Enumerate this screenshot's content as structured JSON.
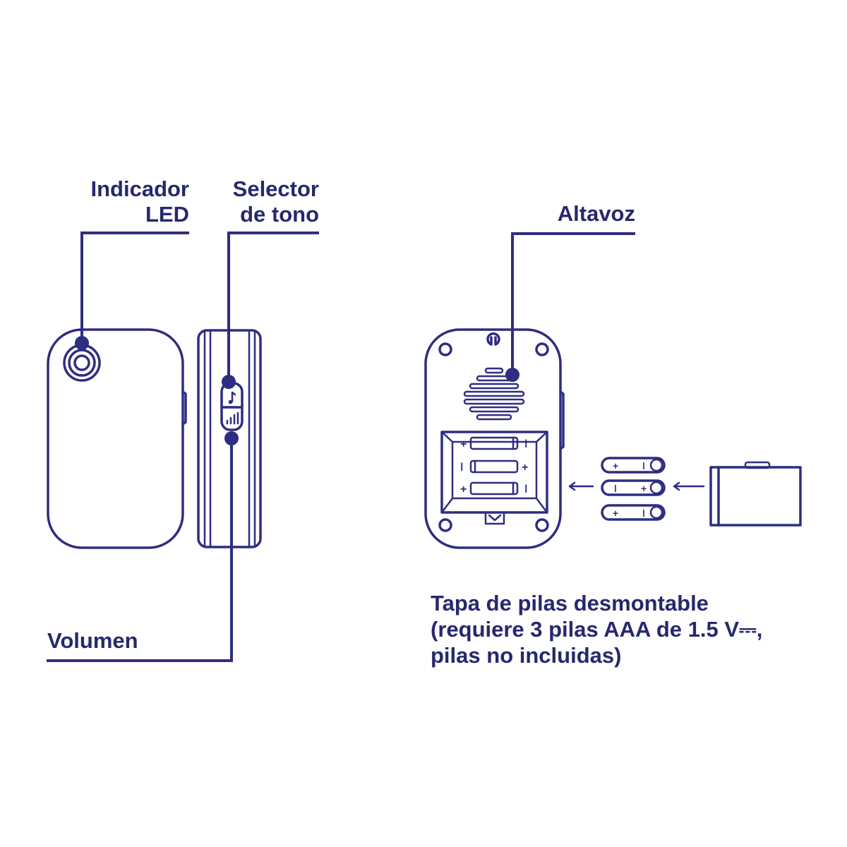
{
  "labels": {
    "led_line1": "Indicador",
    "led_line2": "LED",
    "selector_line1": "Selector",
    "selector_line2": "de tono",
    "speaker": "Altavoz",
    "volume": "Volumen",
    "battery_line1": "Tapa de pilas desmontable",
    "battery_line2": "(requiere 3 pilas AAA de 1.5 V⎓,",
    "battery_line3": "pilas no incluidas)"
  },
  "battery_marks": {
    "plus": "+",
    "minus": "−"
  },
  "icons": [
    "led-indicator-icon",
    "music-note-icon",
    "volume-bars-icon",
    "speaker-grille-icon",
    "battery-icon",
    "arrow-icon"
  ],
  "colors": {
    "ink": "#2e2d82",
    "text": "#26286e",
    "background": "#ffffff"
  }
}
